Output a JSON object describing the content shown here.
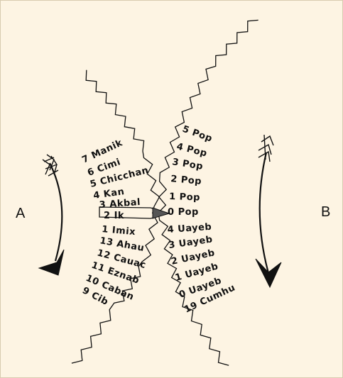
{
  "labels": {
    "left": "A",
    "right": "B"
  },
  "left_wheel": [
    "7 Manik",
    "6 Cimi",
    "5 Chicchan",
    "4 Kan",
    "3 Akbal",
    "2 Ik",
    "1 Imix",
    "13 Ahau",
    "12 Cauac",
    "11 Eznab",
    "10 Caban",
    "9 Cib"
  ],
  "right_wheel": [
    "5 Pop",
    "4 Pop",
    "3 Pop",
    "2 Pop",
    "1 Pop",
    "0 Pop",
    "4 Uayeb",
    "3 Uayeb",
    "2 Uayeb",
    "1 Uayeb",
    "0 Uayeb",
    "19 Cumhu"
  ],
  "colors": {
    "background": "#fdf4e3",
    "ink": "#111111",
    "border": "#d8cbb0"
  }
}
